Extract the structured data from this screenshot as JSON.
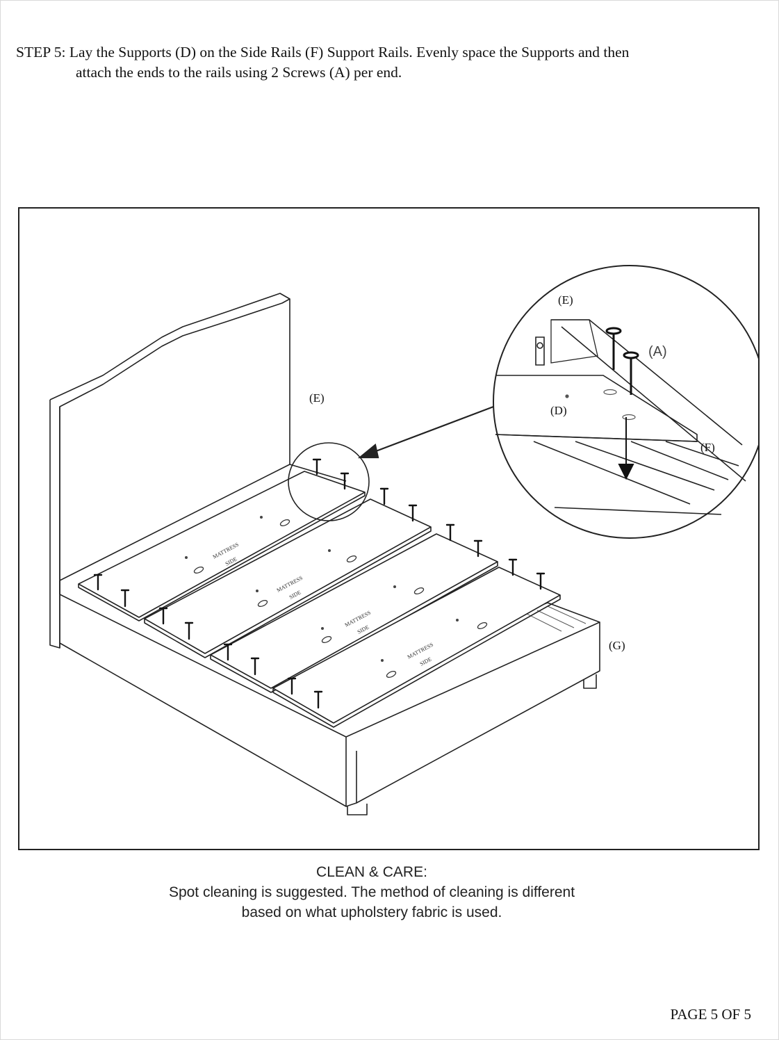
{
  "document": {
    "step_label": "STEP 5",
    "step_text_line1": ": Lay the Supports (D) on the Side Rails (F) Support Rails. Evenly space the Supports and then",
    "step_text_line2": "attach the ends to the rails using 2 Screws (A) per end.",
    "figure": {
      "labels": {
        "headboard_e": "(E)",
        "inset_e": "(E)",
        "inset_a": "(A)",
        "inset_d": "(D)",
        "inset_f": "(F)",
        "footboard_g": "(G)",
        "mattress_word": "MATTRESS",
        "side_word": "SIDE"
      }
    },
    "care": {
      "heading": "CLEAN & CARE:",
      "line1": "Spot cleaning is suggested. The method of cleaning is different",
      "line2": "based on what upholstery fabric is used."
    },
    "footer": "PAGE 5 OF 5"
  }
}
